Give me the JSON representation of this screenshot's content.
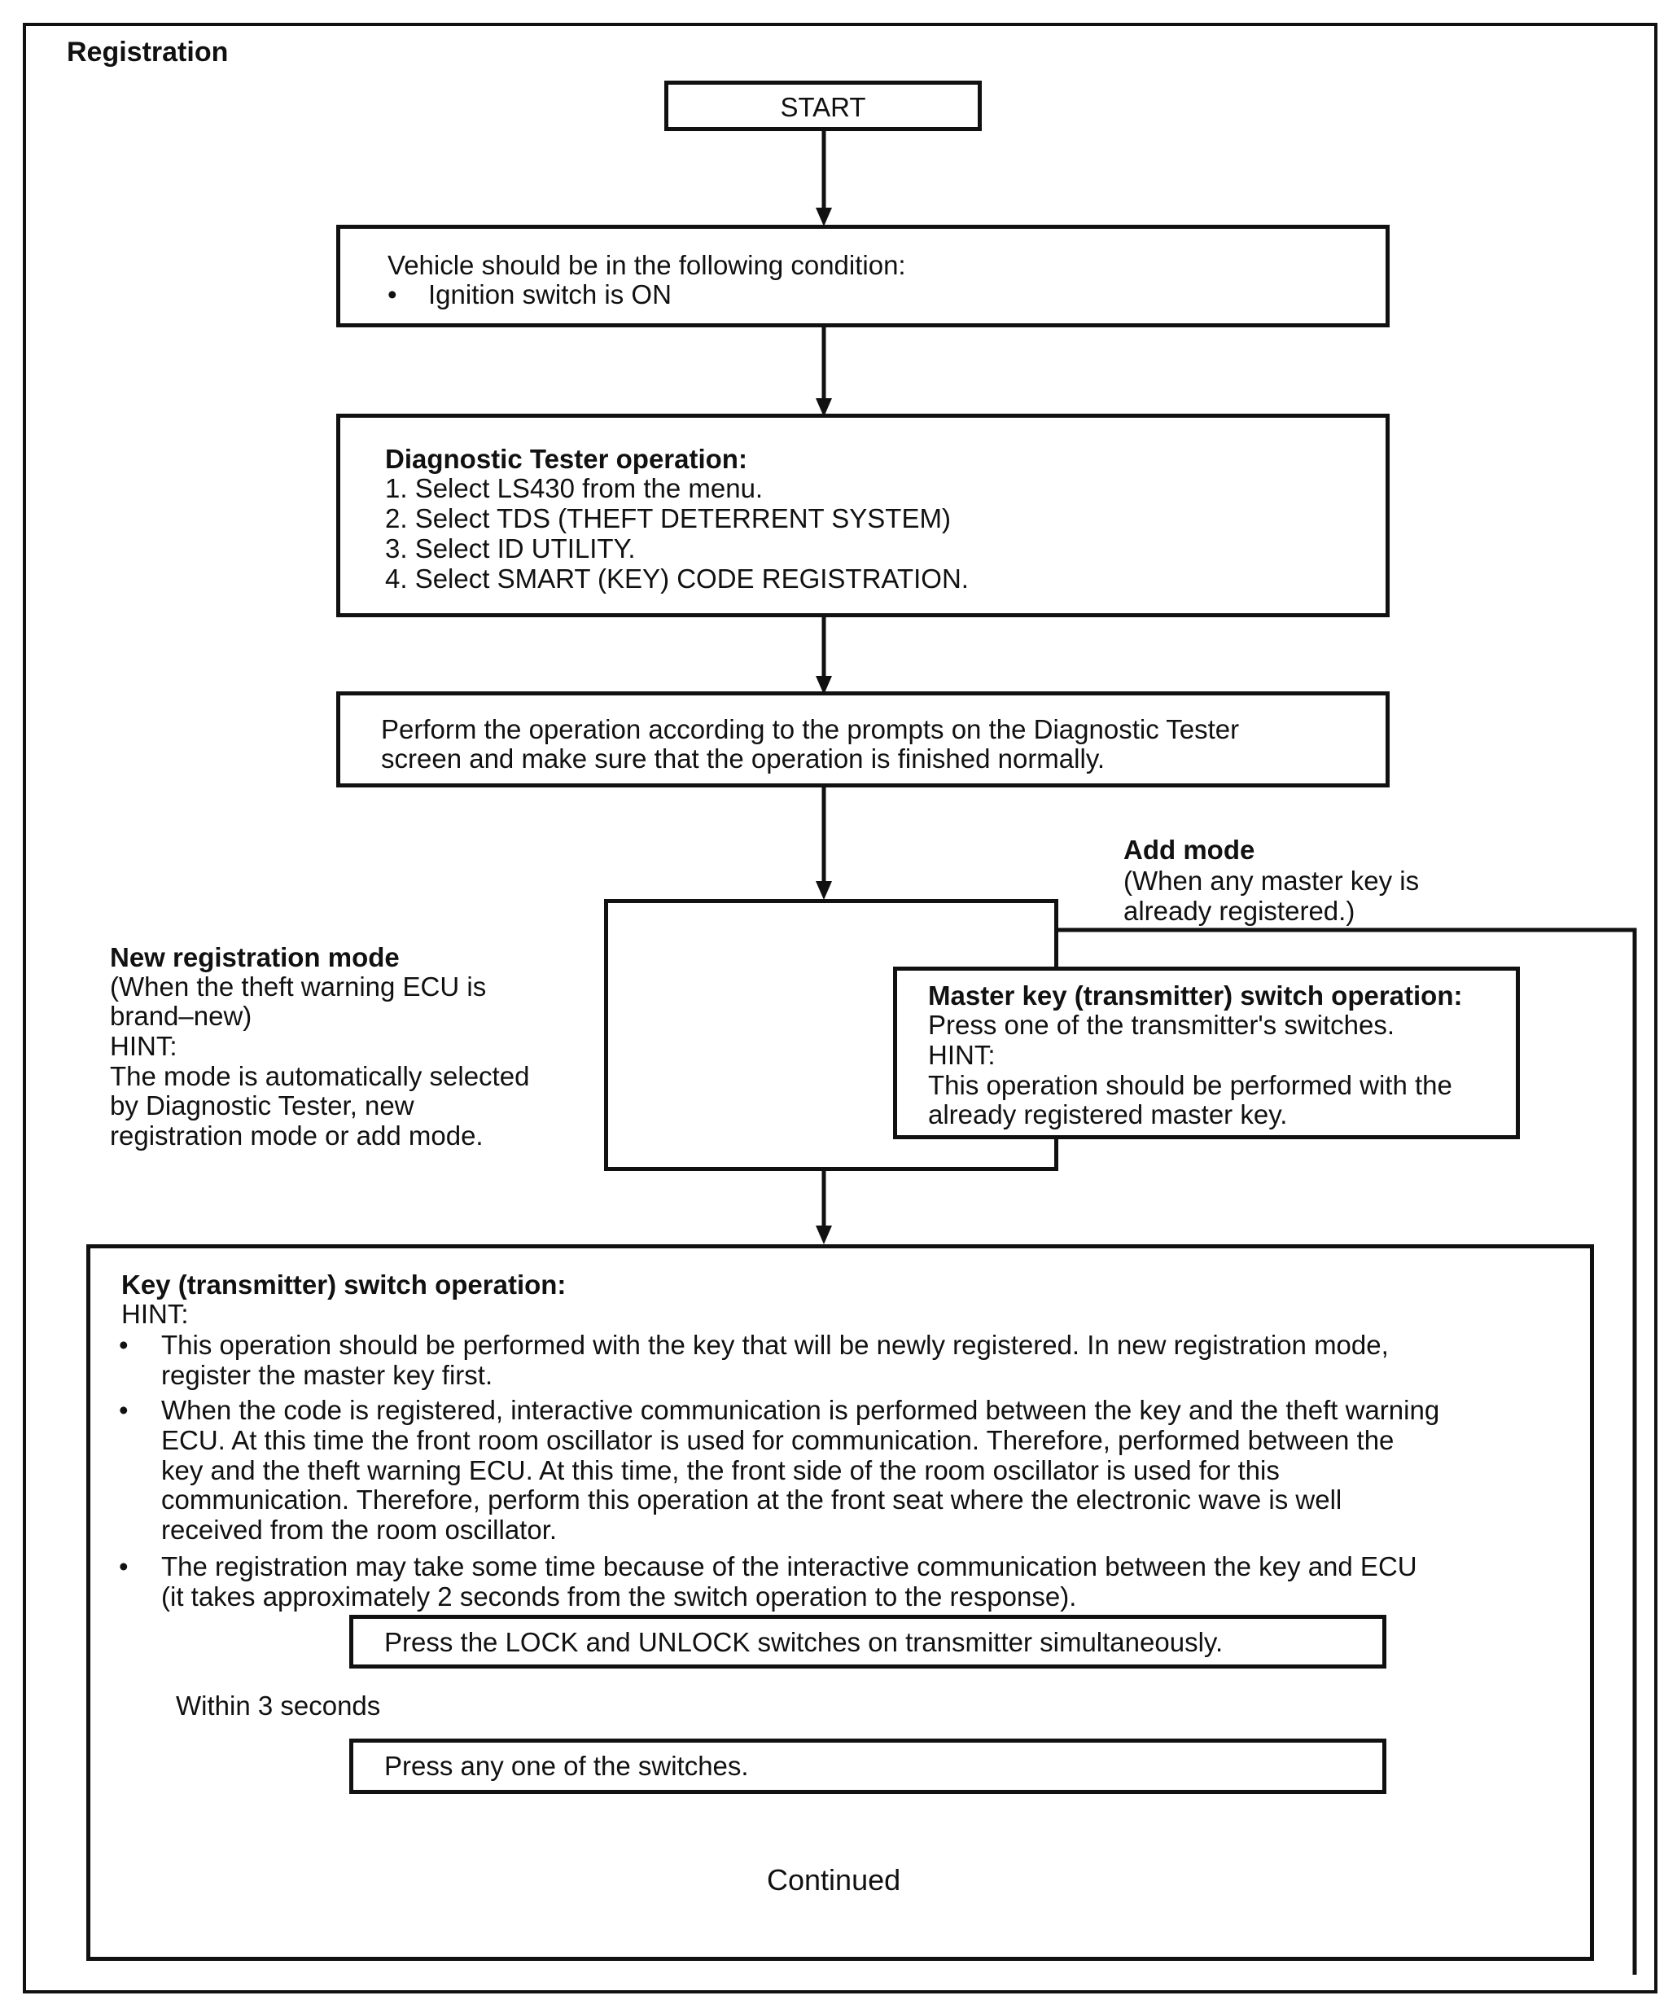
{
  "title": "Registration",
  "start": "START",
  "condition": {
    "heading": "Vehicle should be in the following condition:",
    "item": "Ignition switch is ON"
  },
  "tester": {
    "heading": "Diagnostic Tester operation:",
    "steps": [
      "1.  Select LS430 from the menu.",
      "2.  Select TDS (THEFT DETERRENT SYSTEM)",
      "3.  Select ID UTILITY.",
      "4.  Select SMART (KEY) CODE REGISTRATION."
    ]
  },
  "perform": {
    "line1": "Perform the operation according to the prompts on the Diagnostic Tester",
    "line2": "screen and make sure that the operation is finished normally."
  },
  "add_mode": {
    "label": "Add mode",
    "line1": "(When any master key is",
    "line2": "already registered.)"
  },
  "new_mode": {
    "label": "New registration mode",
    "line1": "(When the theft warning ECU is",
    "line2": "brand–new)",
    "hint": "HINT:",
    "hint1": "The mode is automatically selected",
    "hint2": "by Diagnostic Tester, new",
    "hint3": "registration mode or add mode."
  },
  "master": {
    "heading": "Master key (transmitter) switch operation:",
    "line1": "Press one of the transmitter's switches.",
    "hint": "HINT:",
    "hint1": "This operation should be performed with the",
    "hint2": "already registered master key."
  },
  "key_op": {
    "heading": "Key (transmitter) switch operation:",
    "hint": "HINT:",
    "bullets": [
      [
        "This operation should be performed with the key that will be newly registered.  In new registration mode,",
        "register the master key first."
      ],
      [
        "When the code is registered, interactive communication is performed between the key and the theft warning",
        "ECU.  At this time the front room oscillator is used for communication.  Therefore, performed between the",
        "key and the theft warning ECU.  At this time, the front side of the room oscillator is used for this",
        "communication.  Therefore, perform this operation at the front seat where the electronic wave is well",
        "received from the room oscillator."
      ],
      [
        "The registration may take some time because of the interactive communication between the key and ECU",
        "(it takes approximately 2 seconds from the switch operation to the response)."
      ]
    ],
    "step1": "Press the LOCK and UNLOCK switches on transmitter simultaneously.",
    "within": "Within 3 seconds",
    "step2": "Press any one of the switches.",
    "continued": "Continued"
  },
  "bullet_char": "•"
}
